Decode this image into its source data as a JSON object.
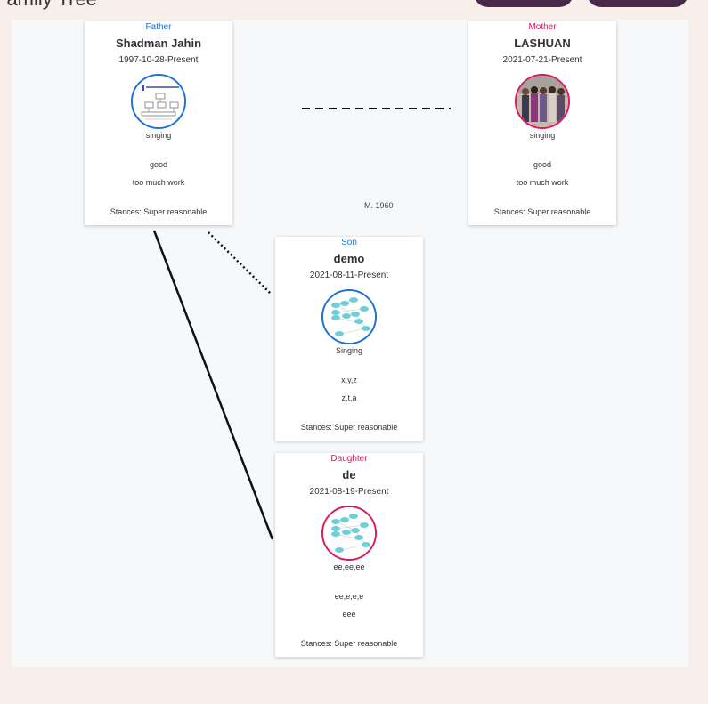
{
  "page": {
    "title": "Family Tree"
  },
  "marriage_label": "M. 1960",
  "cards": {
    "father": {
      "role": "Father",
      "name": "Shadman Jahin",
      "dates": "1997-10-28-Present",
      "hobby": "singing",
      "trait1": "good",
      "trait2": "too much work",
      "stance": "Stances: Super reasonable"
    },
    "mother": {
      "role": "Mother",
      "name": "LASHUAN",
      "dates": "2021-07-21-Present",
      "hobby": "singing",
      "trait1": "good",
      "trait2": "too much work",
      "stance": "Stances: Super reasonable"
    },
    "son": {
      "role": "Son",
      "name": "demo",
      "dates": "2021-08-11-Present",
      "hobby": "Singing",
      "trait1": "x,y,z",
      "trait2": "z,t,a",
      "stance": "Stances: Super reasonable"
    },
    "daughter": {
      "role": "Daughter",
      "name": "de",
      "dates": "2021-08-19-Present",
      "hobby": "ee,ee,ee",
      "trait1": "ee,e,e,e",
      "trait2": "eee",
      "stance": "Stances: Super reasonable"
    }
  },
  "colors": {
    "male": "#1e6fd9",
    "female": "#d81b60",
    "background": "#f8efea"
  }
}
